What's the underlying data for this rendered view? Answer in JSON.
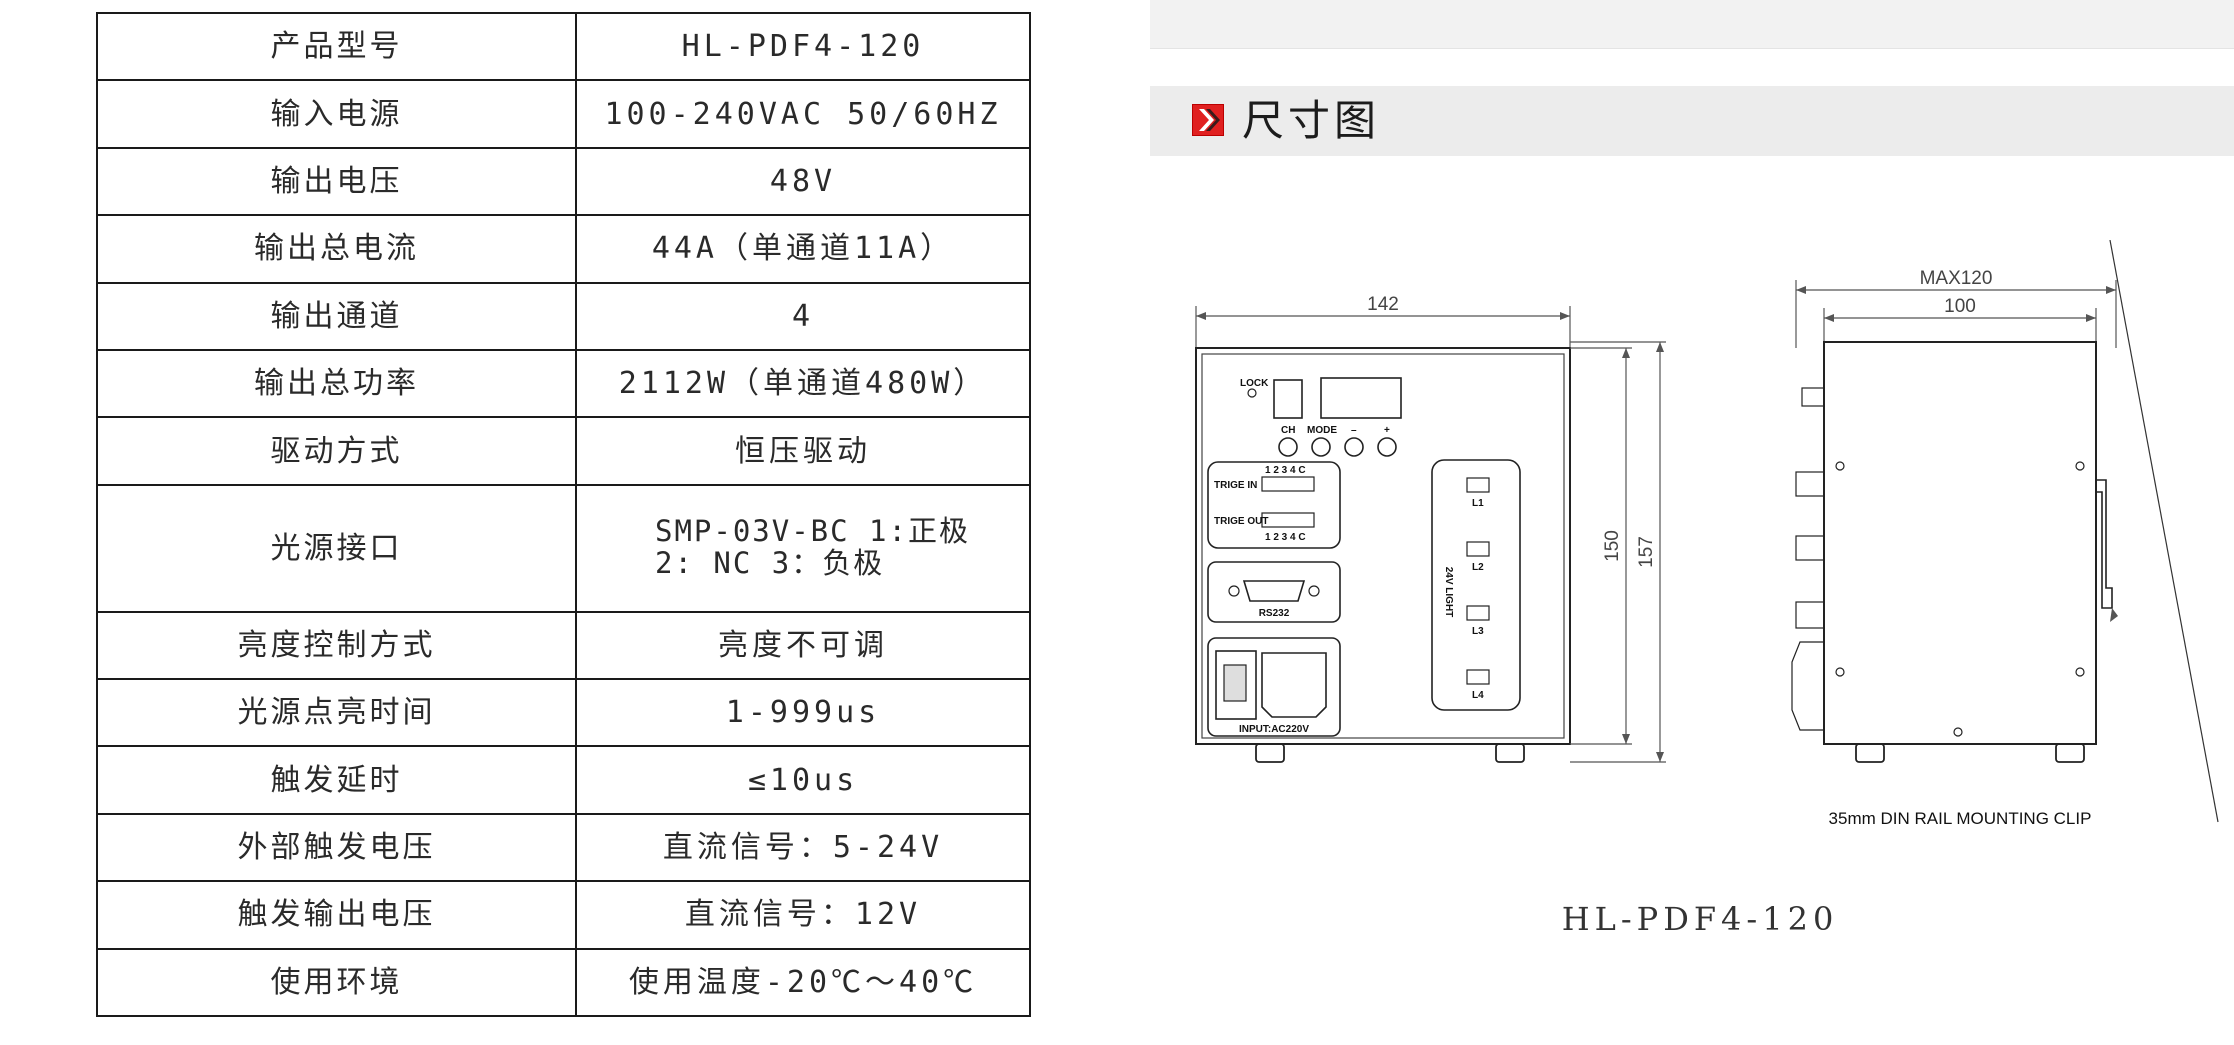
{
  "specs": [
    {
      "label": "产品型号",
      "value": [
        "HL-PDF4-120"
      ]
    },
    {
      "label": "输入电源",
      "value": [
        "100-240VAC 50/60HZ"
      ]
    },
    {
      "label": "输出电压",
      "value": [
        "48V"
      ]
    },
    {
      "label": "输出总电流",
      "value": [
        "44A（单通道11A）"
      ]
    },
    {
      "label": "输出通道",
      "value": [
        "4"
      ]
    },
    {
      "label": "输出总功率",
      "value": [
        "2112W（单通道480W）"
      ]
    },
    {
      "label": "驱动方式",
      "value": [
        "恒压驱动"
      ]
    },
    {
      "label": "光源接口",
      "value": [
        "SMP-03V-BC 1:正极",
        "2: NC  3：负极"
      ]
    },
    {
      "label": "亮度控制方式",
      "value": [
        "亮度不可调"
      ]
    },
    {
      "label": "光源点亮时间",
      "value": [
        "1-999us"
      ]
    },
    {
      "label": "触发延时",
      "value": [
        "≤10us"
      ]
    },
    {
      "label": "外部触发电压",
      "value": [
        "直流信号：5-24V"
      ]
    },
    {
      "label": "触发输出电压",
      "value": [
        "直流信号：12V"
      ]
    },
    {
      "label": "使用环境",
      "value": [
        "使用温度-20℃～40℃"
      ]
    }
  ],
  "section": {
    "title": "尺寸图",
    "icon": "red-arrow-icon",
    "accent": "#e02020"
  },
  "drawing": {
    "dim_width": "142",
    "dim_max_depth": "MAX120",
    "dim_depth": "100",
    "dim_height_inner": "150",
    "dim_height_outer": "157",
    "lock_label": "LOCK",
    "ch_label": "CH",
    "mode_label": "MODE",
    "minus_label": "–",
    "plus_label": "+",
    "pins_label": "1 2 3 4 C",
    "trig_in_label": "TRIGE IN",
    "trig_out_label": "TRIGE OUT",
    "rs232_label": "RS232",
    "input_label": "INPUT:AC220V",
    "light_label": "24V LIGHT",
    "channels": [
      "L1",
      "L2",
      "L3",
      "L4"
    ],
    "clip_label": "35mm DIN RAIL MOUNTING CLIP"
  },
  "caption": "HL-PDF4-120"
}
